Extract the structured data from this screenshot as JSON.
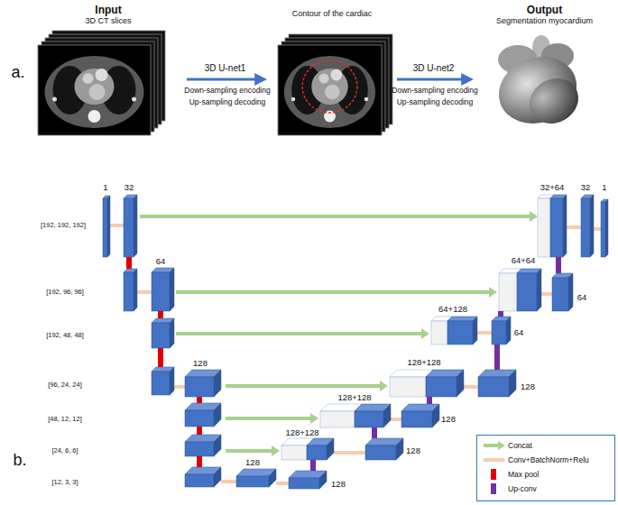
{
  "diagram": {
    "nodes": [
      {
        "text": [
          "Input",
          "3D CT slices"
        ]
      },
      {
        "text": [
          "Contour of the cardiac"
        ]
      },
      {
        "text": [
          "Output",
          "Segmentation myocardium"
        ]
      }
    ],
    "edges": [
      {
        "from": 0,
        "to": 1,
        "arrow": "to",
        "label": "3D U-net1"
      },
      {
        "from": 1,
        "to": 2,
        "arrow": "to",
        "label": "3D U-net2"
      }
    ],
    "labels": [
      "a.",
      "Down-sampling encoding",
      "Up-sampling decoding",
      "Down-sampling encoding",
      "Up-sampling decoding",
      "b.",
      "1",
      "32",
      "32+64",
      "32",
      "1",
      "[192, 192, 192]",
      "64",
      "64+64",
      "[192, 96, 96]",
      "64",
      "64+128",
      "[192, 48, 48]",
      "64",
      "128+128",
      "128",
      "[96, 24, 24]",
      "128",
      "128+128",
      "[48, 12, 12]",
      "128",
      "128+128",
      "[24, 6, 6]",
      "128",
      "128",
      "[12, 3, 3]",
      "128"
    ],
    "legend": [
      {
        "text": "Concat"
      },
      {
        "text": "Conv+BatchNorm+Relu"
      },
      {
        "text": "Max pool",
        "color": "#e00000"
      },
      {
        "text": "Up-conv",
        "color": "#7030a0"
      }
    ]
  }
}
